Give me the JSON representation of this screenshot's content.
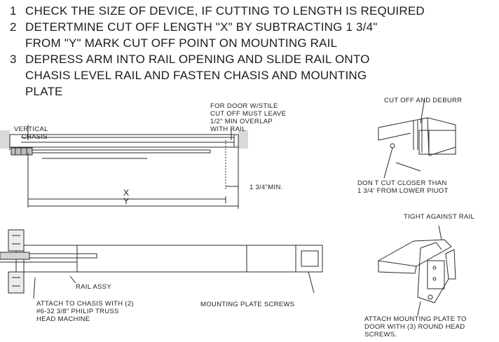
{
  "steps": [
    {
      "num": "1",
      "lines": [
        "CHECK THE SIZE OF DEVICE, IF CUTTING TO LENGTH IS REQUIRED"
      ]
    },
    {
      "num": "2",
      "lines": [
        "DETERTMINE CUT OFF LENGTH \"X\" BY SUBTRACTING 1 3/4\"",
        "FROM \"Y\"  MARK CUT OFF POINT ON MOUNTING RAIL"
      ]
    },
    {
      "num": "3",
      "lines": [
        "DEPRESS ARM INTO RAIL OPENING AND SLIDE RAIL ONTO",
        "CHASIS  LEVEL RAIL AND FASTEN CHASIS AND MOUNTING",
        "PLATE"
      ]
    }
  ],
  "labels": {
    "vertical_chasis": [
      "VERTICAL",
      "CHASIS"
    ],
    "door_stile": [
      "FOR DOOR W/STILE",
      "CUT OFF MUST LEAVE",
      "1/2\" MIN OVERLAP",
      "WITH RAIL"
    ],
    "cut_deburr": "CUT OFF AND DEBURR",
    "dont_cut": [
      "DON T CUT CLOSER THAN",
      "1 3/4' FROM LOWER PIUOT"
    ],
    "min_dim": "1 3/4\"MIN.",
    "x_dim": "X",
    "y_dim": "Y",
    "tight_rail": "TIGHT AGAINST RAIL",
    "rail_assy": "RAIL ASSY",
    "attach_chasis": [
      "ATTACH TO CHASIS WITH (2)",
      "#6-32 3/8\" PHILIP TRUSS",
      "HEAD MACHINE"
    ],
    "mounting_screws": "MOUNTING PLATE SCREWS",
    "attach_plate": [
      "ATTACH MOUNTING PLATE TO",
      "DOOR WITH (3) ROUND HEAD",
      "SCREWS."
    ]
  }
}
